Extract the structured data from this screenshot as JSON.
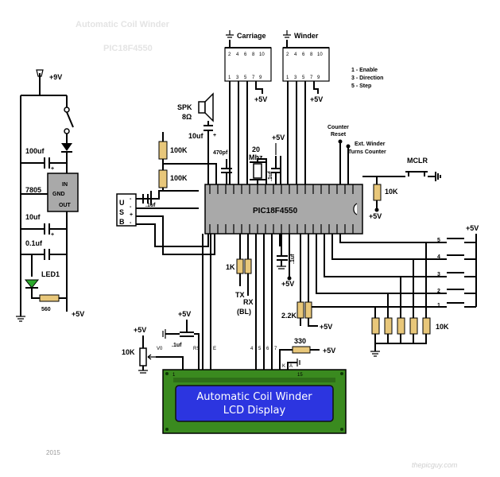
{
  "power": {
    "input_label": "+9V",
    "cap1": "100uf",
    "regulator": "7805",
    "reg_in": "IN",
    "reg_gnd": "GND",
    "reg_out": "OUT",
    "cap2": "10uf",
    "cap3": "0.1uf",
    "led": "LED1",
    "led_resistor": "560",
    "output_label": "+5V"
  },
  "usb": {
    "letters": [
      "U",
      "S",
      "B"
    ],
    "pins": [
      "-",
      "-",
      "+",
      "-"
    ],
    "cap": ".1uf"
  },
  "speaker": {
    "label": "SPK",
    "ohms": "8Ω",
    "cap": "10uf",
    "plus": "+"
  },
  "resistors_top": [
    "100K",
    "100K"
  ],
  "cap_470": "470pf",
  "crystal": {
    "freq": "20",
    "unit": "Mhz",
    "cap": ".1uf"
  },
  "vcc_label": "+5V",
  "mcu": {
    "name": "PIC18F4550"
  },
  "connectors": {
    "carriage": "Carriage",
    "winder": "Winder",
    "pin_top": [
      "2",
      "4",
      "6",
      "8",
      "10"
    ],
    "pin_bottom": [
      "1",
      "3",
      "5",
      "7",
      "9"
    ],
    "supply": [
      "+5V",
      "+5V"
    ]
  },
  "legend": [
    "1 - Enable",
    "3 - Direction",
    "5 - Step"
  ],
  "counter_reset": [
    "Counter",
    "Reset"
  ],
  "ext_winder": [
    "Ext. Winder",
    "Turns Counter"
  ],
  "mclr": {
    "label": "MCLR",
    "resistor": "10K",
    "supply": "+5V"
  },
  "buttons": {
    "numbers": [
      "5",
      "4",
      "3",
      "2",
      "1"
    ],
    "supply": "+5V",
    "resistor": "10K"
  },
  "serial": {
    "resistor": "1K",
    "tx": "TX",
    "rx": "RX",
    "bl": "(BL)"
  },
  "lower": {
    "cap": ".1uf",
    "supply1": "+5V",
    "pot_supply": "+5V",
    "pot_label": "10K",
    "cap2": ".1uf",
    "supply2": "+5V",
    "r_bias": "2.2K",
    "supply3": "+5V",
    "backlight_r": "330",
    "supply4": "+5V"
  },
  "lcd": {
    "pin_labels": [
      "V0",
      "RS",
      "E",
      "4",
      "5",
      "6",
      "7",
      "K",
      "A"
    ],
    "pin_first": "1",
    "pin_last": "15",
    "line1": "Automatic  Coil  Winder",
    "line2": "LCD  Display"
  },
  "watermark": {
    "title_lines": [
      "Automatic Coil Winder",
      "PIC18F4550"
    ],
    "corner": "2015",
    "site": "thepicguy.com"
  },
  "colors": {
    "lcd_bezel": "#3a8a1f",
    "lcd_screen": "#2c35e0",
    "led": "#2ba82b"
  }
}
